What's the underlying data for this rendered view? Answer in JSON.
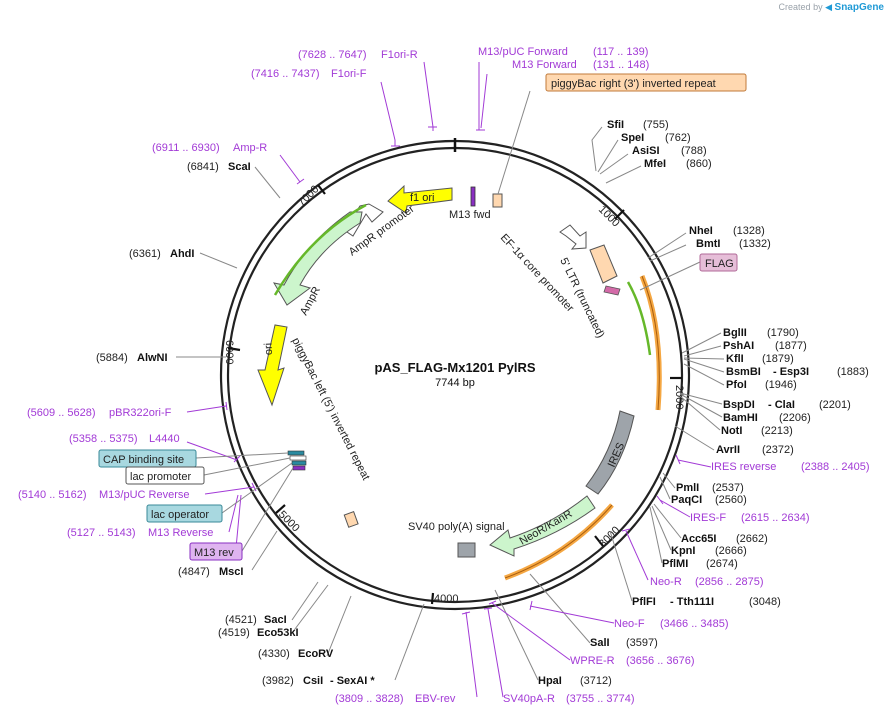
{
  "brand": {
    "created_by": "Created by",
    "app": "SnapGene"
  },
  "plasmid": {
    "name": "pAS_FLAG-Mx1201 PylRS",
    "size": "7744 bp"
  },
  "ticks": [
    "1000",
    "2000",
    "3000",
    "4000",
    "5000",
    "6000",
    "7000"
  ],
  "features": [
    "f1 ori",
    "M13 fwd",
    "AmpR promoter",
    "AmpR",
    "ori",
    "EF-1α core promoter",
    "5' LTR (truncated)",
    "piggyBac left (5') inverted repeat",
    "IRES",
    "NeoR/KanR",
    "SV40 poly(A) signal"
  ],
  "boxed_labels": {
    "piggybac_right": "piggyBac right (3') inverted repeat",
    "flag": "FLAG",
    "cap": "CAP binding site",
    "lac_promoter": "lac promoter",
    "lac_operator": "lac operator",
    "m13_rev": "M13 rev"
  },
  "primers_top": [
    {
      "name": "F1ori-R",
      "range": "(7628 .. 7647)"
    },
    {
      "name": "F1ori-F",
      "range": "(7416 .. 7437)"
    },
    {
      "name": "M13/pUC Forward",
      "range": "(117 .. 139)"
    },
    {
      "name": "M13 Forward",
      "range": "(131 .. 148)"
    },
    {
      "name": "Amp-R",
      "range": "(6911 .. 6930)"
    }
  ],
  "primers_right": [
    {
      "name": "IRES reverse",
      "range": "(2388 .. 2405)"
    },
    {
      "name": "IRES-F",
      "range": "(2615 .. 2634)"
    },
    {
      "name": "Neo-R",
      "range": "(2856 .. 2875)"
    },
    {
      "name": "Neo-F",
      "range": "(3466 .. 3485)"
    },
    {
      "name": "WPRE-R",
      "range": "(3656 .. 3676)"
    },
    {
      "name": "SV40pA-R",
      "range": "(3755 .. 3774)"
    },
    {
      "name": "EBV-rev",
      "range": "(3809 .. 3828)"
    }
  ],
  "primers_left": [
    {
      "name": "pBR322ori-F",
      "range": "(5609 .. 5628)"
    },
    {
      "name": "L4440",
      "range": "(5358 .. 5375)"
    },
    {
      "name": "M13/pUC Reverse",
      "range": "(5140 .. 5162)"
    },
    {
      "name": "M13 Reverse",
      "range": "(5127 .. 5143)"
    }
  ],
  "enzymes": {
    "sfiI": {
      "name": "SfiI",
      "pos": "(755)"
    },
    "speI": {
      "name": "SpeI",
      "pos": "(762)"
    },
    "asisI": {
      "name": "AsiSI",
      "pos": "(788)"
    },
    "mfeI": {
      "name": "MfeI",
      "pos": "(860)"
    },
    "nheI": {
      "name": "NheI",
      "pos": "(1328)"
    },
    "bmtI": {
      "name": "BmtI",
      "pos": "(1332)"
    },
    "bglII": {
      "name": "BglII",
      "pos": "(1790)"
    },
    "pshAI": {
      "name": "PshAI",
      "pos": "(1877)"
    },
    "kflI": {
      "name": "KflI",
      "pos": "(1879)"
    },
    "bsmBI": {
      "name": "BsmBI",
      "extra": "- Esp3I",
      "pos": "(1883)"
    },
    "pfoI": {
      "name": "PfoI",
      "pos": "(1946)"
    },
    "bspDI": {
      "name": "BspDI",
      "extra": "- ClaI",
      "pos": "(2201)"
    },
    "bamHI": {
      "name": "BamHI",
      "pos": "(2206)"
    },
    "notI": {
      "name": "NotI",
      "pos": "(2213)"
    },
    "avrII": {
      "name": "AvrII",
      "pos": "(2372)"
    },
    "pmlI": {
      "name": "PmlI",
      "pos": "(2537)"
    },
    "paqCI": {
      "name": "PaqCI",
      "pos": "(2560)"
    },
    "acc65I": {
      "name": "Acc65I",
      "pos": "(2662)"
    },
    "kpnI": {
      "name": "KpnI",
      "pos": "(2666)"
    },
    "pflMI": {
      "name": "PflMI",
      "pos": "(2674)"
    },
    "pflFI": {
      "name": "PflFI",
      "extra": "- Tth111I",
      "pos": "(3048)"
    },
    "salI": {
      "name": "SalI",
      "pos": "(3597)"
    },
    "hpaI": {
      "name": "HpaI",
      "pos": "(3712)"
    },
    "csiI": {
      "name": "CsiI",
      "extra": "- SexAI *",
      "pos": "(3982)"
    },
    "ecoRV": {
      "name": "EcoRV",
      "pos": "(4330)"
    },
    "sacI": {
      "name": "SacI",
      "pos": "(4521)"
    },
    "eco53kI": {
      "name": "Eco53kI",
      "pos": "(4519)"
    },
    "mscI": {
      "name": "MscI",
      "pos": "(4847)"
    },
    "alwNI": {
      "name": "AlwNI",
      "pos": "(5884)"
    },
    "ahdI": {
      "name": "AhdI",
      "pos": "(6361)"
    },
    "scaI": {
      "name": "ScaI",
      "pos": "(6841)"
    }
  },
  "colors": {
    "backbone": "#222222",
    "primer": "#a23ad6",
    "enzyme_line": "#888888",
    "f1ori": "#ffff00",
    "ampr": "#ccf5cc",
    "ltr": "#ffd8b0",
    "ires": "#9ea4aa",
    "neo_highlight": "#f5a742",
    "green_highlight": "#66b82a"
  }
}
